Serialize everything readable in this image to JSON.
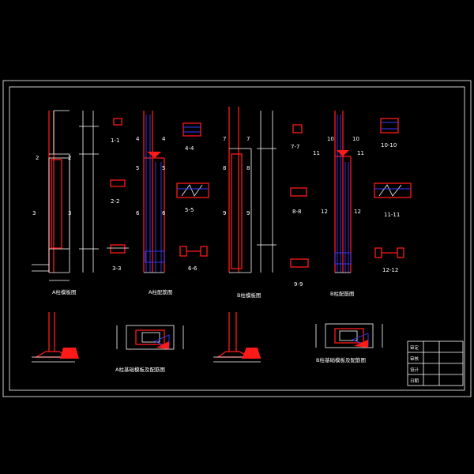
{
  "drawing": {
    "section_labels": [
      "1-1",
      "2-2",
      "3-3",
      "4-4",
      "5-5",
      "6-6",
      "7-7",
      "8-8",
      "9-9",
      "10-10",
      "11-11",
      "12-12"
    ],
    "view_titles": {
      "col_a_elev": "A柱模板图",
      "col_a_rebar": "A柱配筋图",
      "col_b_elev": "B柱模板图",
      "col_b_rebar": "B柱配筋图",
      "found_a": "A柱基础模板及配筋图",
      "found_b": "B柱基础模板及配筋图"
    },
    "title_block": {
      "rows": [
        "审定",
        "审核",
        "设计",
        "日期"
      ]
    }
  }
}
